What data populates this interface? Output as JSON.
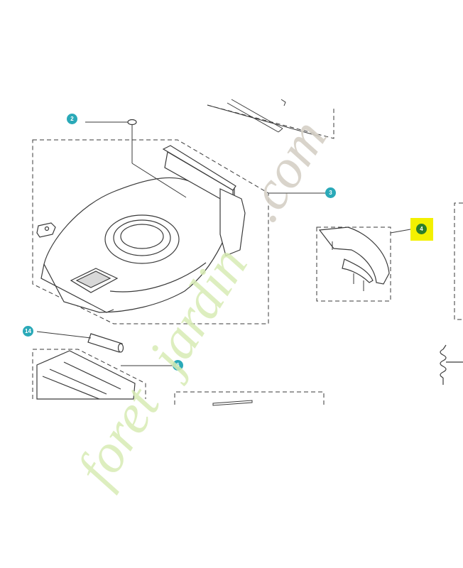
{
  "colors": {
    "callout": "#2aa9b8",
    "callout_highlighted": "#2d7e2a",
    "highlight": "#f3f000",
    "line": "#3a3a3a",
    "watermark_green": "#d8ecb4",
    "watermark_gray": "#d5d0c6",
    "watermark_orange": "#f5b86a"
  },
  "callouts": [
    {
      "id": "2",
      "label": "2"
    },
    {
      "id": "3",
      "label": "3"
    },
    {
      "id": "4",
      "label": "4",
      "highlighted": true
    },
    {
      "id": "6",
      "label": "6"
    },
    {
      "id": "14",
      "label": "14"
    }
  ],
  "watermark": {
    "text_a": "foret",
    "text_b": "jardin",
    "text_c": ".com"
  }
}
